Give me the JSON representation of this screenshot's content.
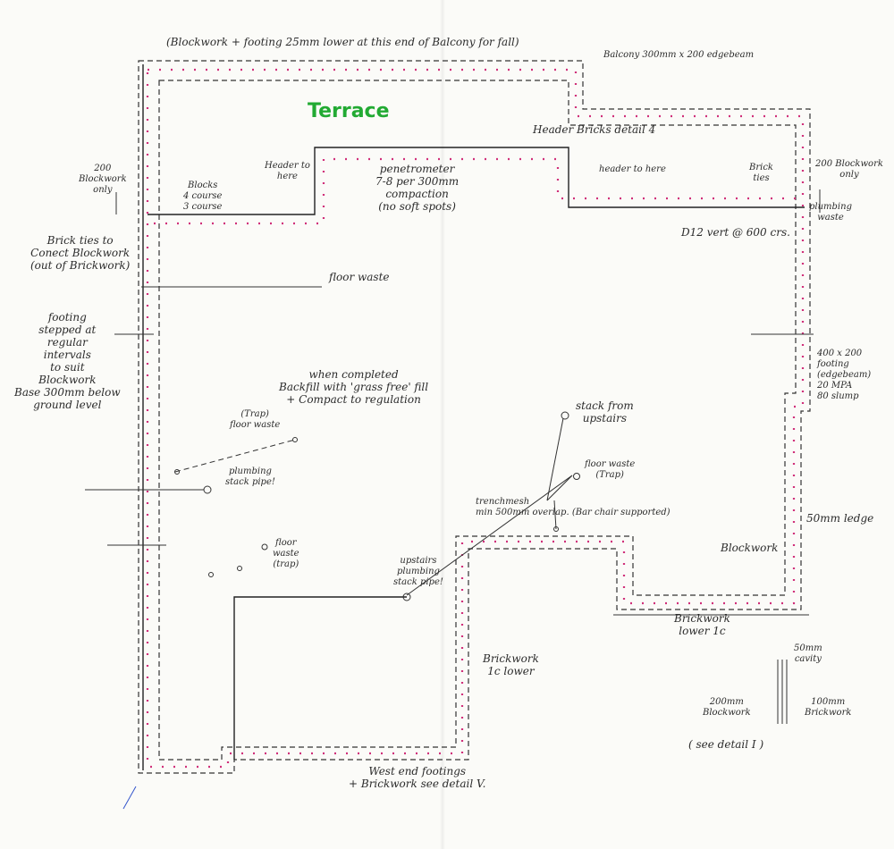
{
  "title": "Terrace",
  "annotations": {
    "top_note": "(Blockwork + footing 25mm lower at this end of Balcony for fall)",
    "balcony": "Balcony 300mm x 200 edgebeam",
    "header_bricks": "Header Bricks detail 4",
    "header_to_here_left": "Header to\nhere",
    "header_to_here_right": "header to here",
    "penetrometer": "penetrometer\n7-8 per 300mm\ncompaction\n(no soft spots)",
    "blocks_course": "Blocks\n4 course\n3 course",
    "blockwork_only_left": "200\nBlockwork\nonly",
    "blockwork_only_right": "200 Blockwork\nonly",
    "brick_ties_right": "Brick\nties",
    "plumbing_waste": "plumbing\nwaste",
    "d12_vert": "D12 vert @ 600 crs.",
    "brick_ties_left": "Brick ties to\nConect Blockwork\n(out of Brickwork)",
    "floor_waste_top": "floor waste",
    "footing_stepped": "footing\nstepped at\nregular\nintervals\nto suit\nBlockwork\nBase 300mm below\nground level",
    "when_completed": "when completed\nBackfill with 'grass free' fill\n+ Compact to regulation",
    "stack_upstairs": "stack from\nupstairs",
    "floor_waste_trap_left": "(Trap)\nfloor waste",
    "plumbing_stack_pipe": "plumbing\nstack pipe!",
    "floor_waste_trap_right": "floor waste\n(Trap)",
    "trenchmesh": "trenchmesh\nmin 500mm overlap. (Bar chair supported)",
    "floor_waste_trap_small": "floor\nwaste\n(trap)",
    "upstairs_stack_pipe": "upstairs\nplumbing\nstack pipe!",
    "footing_edgebeam": "400 x 200\nfooting\n(edgebeam)\n20 MPA\n80 slump",
    "ledge": "50mm ledge",
    "blockwork_right": "Blockwork",
    "brickwork_lower_right": "Brickwork\nlower 1c",
    "brickwork_lower_mid": "Brickwork\n1c lower",
    "cavity": "50mm\ncavity",
    "blockwork_200": "200mm\nBlockwork",
    "brickwork_100": "100mm\nBrickwork",
    "see_detail": "( see detail I )",
    "west_end": "West end footings\n+ Brickwork see detail V."
  },
  "colors": {
    "ink": "#2b2b2b",
    "ticks": "#d0307a",
    "title": "#22aa33",
    "paper": "#fbfbf8"
  }
}
